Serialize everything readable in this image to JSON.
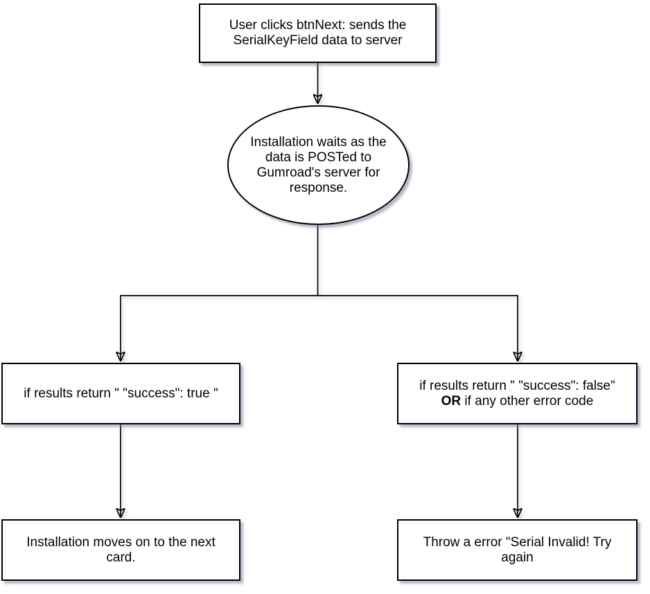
{
  "diagram": {
    "type": "flowchart",
    "colors": {
      "background": "#ffffff",
      "node_fill": "#ffffff",
      "stroke": "#000000",
      "shadow": "#6e7896"
    },
    "nodes": {
      "start": {
        "shape": "rectangle",
        "lines": [
          "User clicks btnNext: sends the",
          "SerialKeyField data to server"
        ]
      },
      "wait": {
        "shape": "ellipse",
        "lines": [
          "Installation waits as the",
          "data is POSTed to",
          "Gumroad's server for",
          "response."
        ]
      },
      "cond_success": {
        "shape": "rectangle",
        "lines": [
          "if results return \" \"success\": true \""
        ]
      },
      "cond_fail": {
        "shape": "rectangle",
        "line1": "if results return \" \"success\": false\"",
        "line2_bold": "OR",
        "line2_rest": " if any other error code"
      },
      "next_card": {
        "shape": "rectangle",
        "lines": [
          "Installation moves on to the next",
          "card."
        ]
      },
      "error": {
        "shape": "rectangle",
        "lines": [
          "Throw a error \"Serial Invalid! Try",
          "again"
        ]
      }
    },
    "edges": [
      {
        "from": "start",
        "to": "wait"
      },
      {
        "from": "wait",
        "to": "cond_success"
      },
      {
        "from": "wait",
        "to": "cond_fail"
      },
      {
        "from": "cond_success",
        "to": "next_card"
      },
      {
        "from": "cond_fail",
        "to": "error"
      }
    ]
  }
}
